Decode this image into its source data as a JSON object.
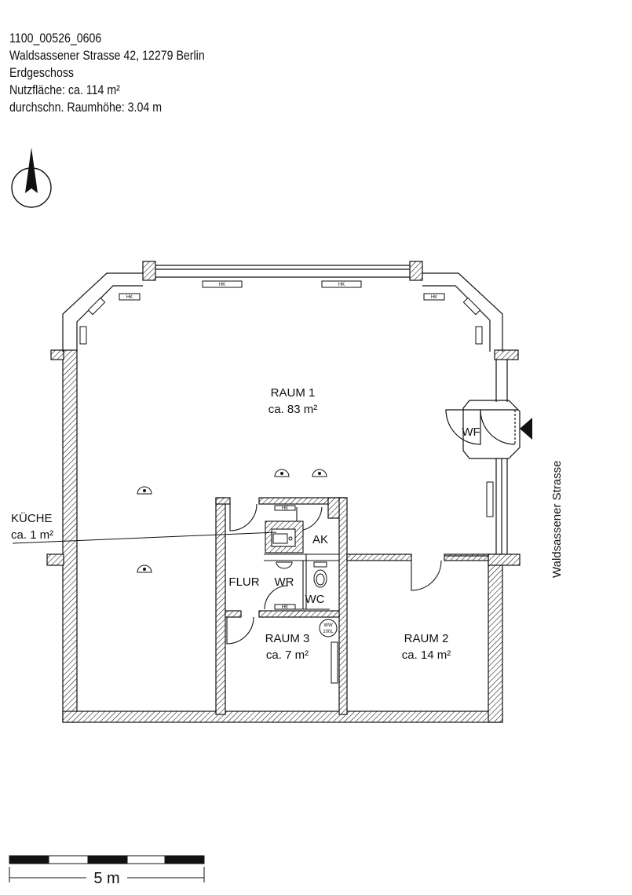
{
  "header": {
    "id": "1100_00526_0606",
    "address": "Waldsassener Strasse 42, 12279 Berlin",
    "floor": "Erdgeschoss",
    "area": "Nutzfläche: ca. 114 m²",
    "height": "durchschn. Raumhöhe: 3.04 m"
  },
  "rooms": {
    "raum1": {
      "name": "RAUM 1",
      "area": "ca. 83 m²"
    },
    "raum2": {
      "name": "RAUM 2",
      "area": "ca. 14 m²"
    },
    "raum3": {
      "name": "RAUM 3",
      "area": "ca. 7 m²"
    },
    "kueche": {
      "name": "KÜCHE",
      "area": "ca. 1 m²"
    },
    "ak": "AK",
    "wr": "WR",
    "wc": "WC",
    "flur": "FLUR",
    "wf": "WF"
  },
  "fixtures": {
    "heater": "HK",
    "boiler_top": "WW",
    "boiler_bottom": "100L"
  },
  "street": "Waldsassener Strasse",
  "scale": {
    "label": "5  m"
  },
  "colors": {
    "line": "#111111",
    "background": "#ffffff"
  }
}
